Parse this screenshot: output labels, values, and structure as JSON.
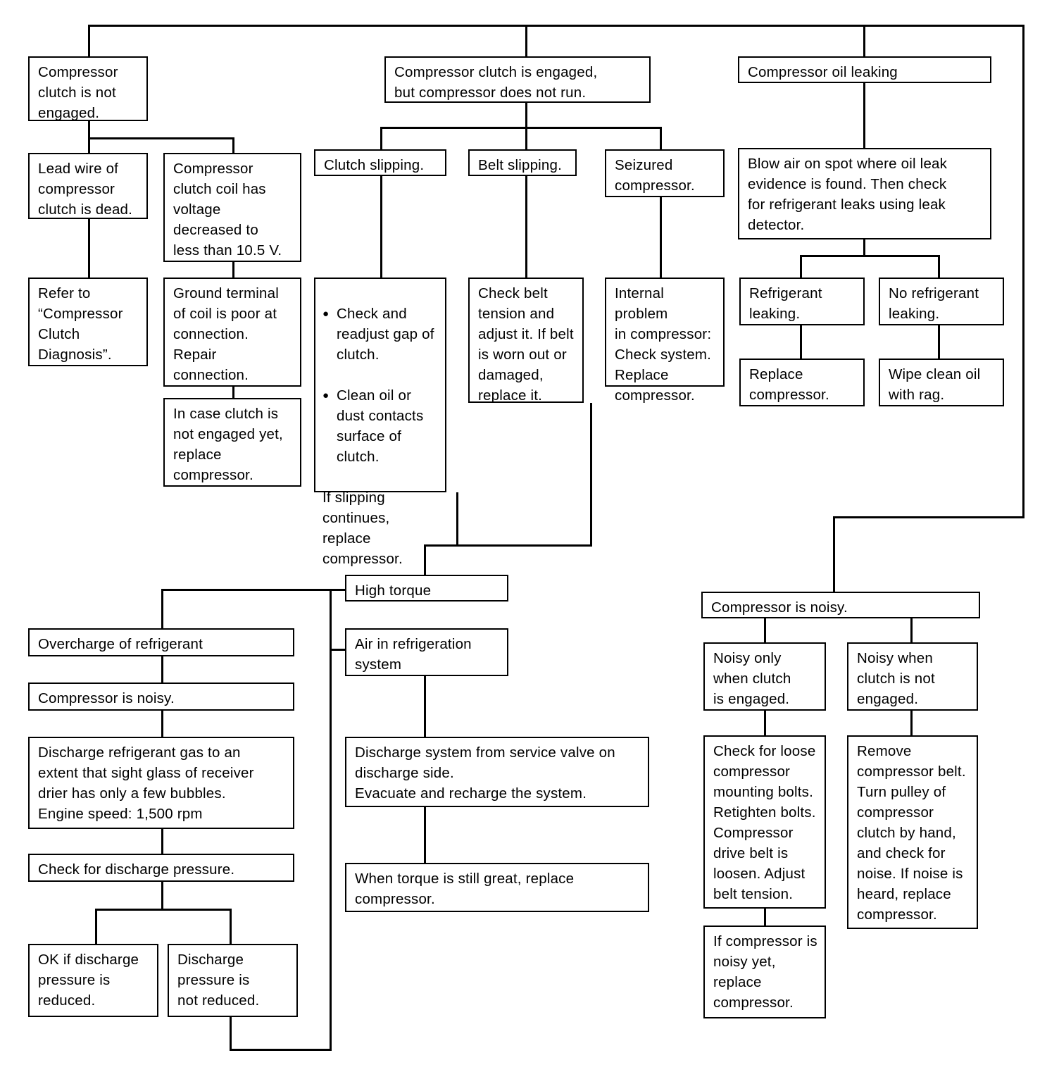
{
  "diagram": {
    "title": "Compressor troubleshooting flowchart",
    "line_color": "#000000",
    "box_fill": "#ffffff",
    "text_color": "#000000"
  },
  "nodes": {
    "clutch_not_engaged": "Compressor\nclutch is not\nengaged.",
    "lead_wire_dead": "Lead wire of\ncompressor\nclutch is dead.",
    "coil_voltage_low": "Compressor\nclutch coil has\nvoltage\ndecreased to\nless than 10.5 V.",
    "refer_diagnosis": "Refer to\n“Compressor\nClutch\nDiagnosis”.",
    "ground_terminal_poor": "Ground terminal\nof coil is poor at\nconnection.\nRepair\nconnection.",
    "in_case_not_engaged": "In case clutch is\nnot engaged yet,\nreplace\ncompressor.",
    "clutch_engaged_no_run": "Compressor clutch is engaged,\nbut compressor does not run.",
    "clutch_slipping": "Clutch slipping.",
    "belt_slipping": "Belt slipping.",
    "seizured_compressor": "Seizured\ncompressor.",
    "clutch_slipping_action_b1": "Check and\nreadjust gap of\nclutch.",
    "clutch_slipping_action_b2": "Clean oil or\ndust contacts\nsurface of\nclutch.",
    "clutch_slipping_action_tail": "If slipping\ncontinues,\nreplace\ncompressor.",
    "belt_action": "Check belt\ntension and\nadjust it. If belt\nis worn out or\ndamaged,\nreplace it.",
    "seizure_action": "Internal problem\nin compressor:\nCheck system.\nReplace\ncompressor.",
    "oil_leaking": "Compressor oil leaking",
    "blow_air": "Blow air on spot where oil leak\nevidence is found. Then check\nfor refrigerant leaks using leak\ndetector.",
    "refrigerant_leaking": "Refrigerant\nleaking.",
    "no_refrigerant_leaking": "No refrigerant\nleaking.",
    "replace_compressor_leak": "Replace\ncompressor.",
    "wipe_clean_oil": "Wipe clean oil\nwith rag.",
    "high_torque": "High torque",
    "overcharge": "Overcharge of refrigerant",
    "compressor_noisy_left": "Compressor is noisy.",
    "discharge_gas": "Discharge refrigerant gas to an\nextent that sight glass of receiver\ndrier has only a few bubbles.\nEngine speed: 1,500 rpm",
    "check_discharge_pressure": "Check for discharge pressure.",
    "ok_pressure_reduced": "OK if discharge\npressure is\nreduced.",
    "pressure_not_reduced": "Discharge\npressure is\nnot reduced.",
    "air_in_system": "Air in refrigeration\nsystem",
    "discharge_system": "Discharge system from service valve on\ndischarge side.\nEvacuate and recharge the system.",
    "torque_still_great": "When torque is still great, replace\ncompressor.",
    "compressor_is_noisy": "Compressor is noisy.",
    "noisy_clutch_engaged": "Noisy only\nwhen clutch\nis engaged.",
    "noisy_clutch_not_engaged": "Noisy when\nclutch is not\nengaged.",
    "check_loose_bolts": "Check for loose\ncompressor\nmounting bolts.\nRetighten bolts.\nCompressor\ndrive belt is\nloosen. Adjust\nbelt tension.",
    "remove_belt": "Remove\ncompressor belt.\nTurn pulley of\ncompressor\nclutch by hand,\nand check for\nnoise. If noise is\nheard, replace\ncompressor.",
    "if_noisy_yet": "If compressor is\nnoisy yet,\nreplace\ncompressor."
  }
}
